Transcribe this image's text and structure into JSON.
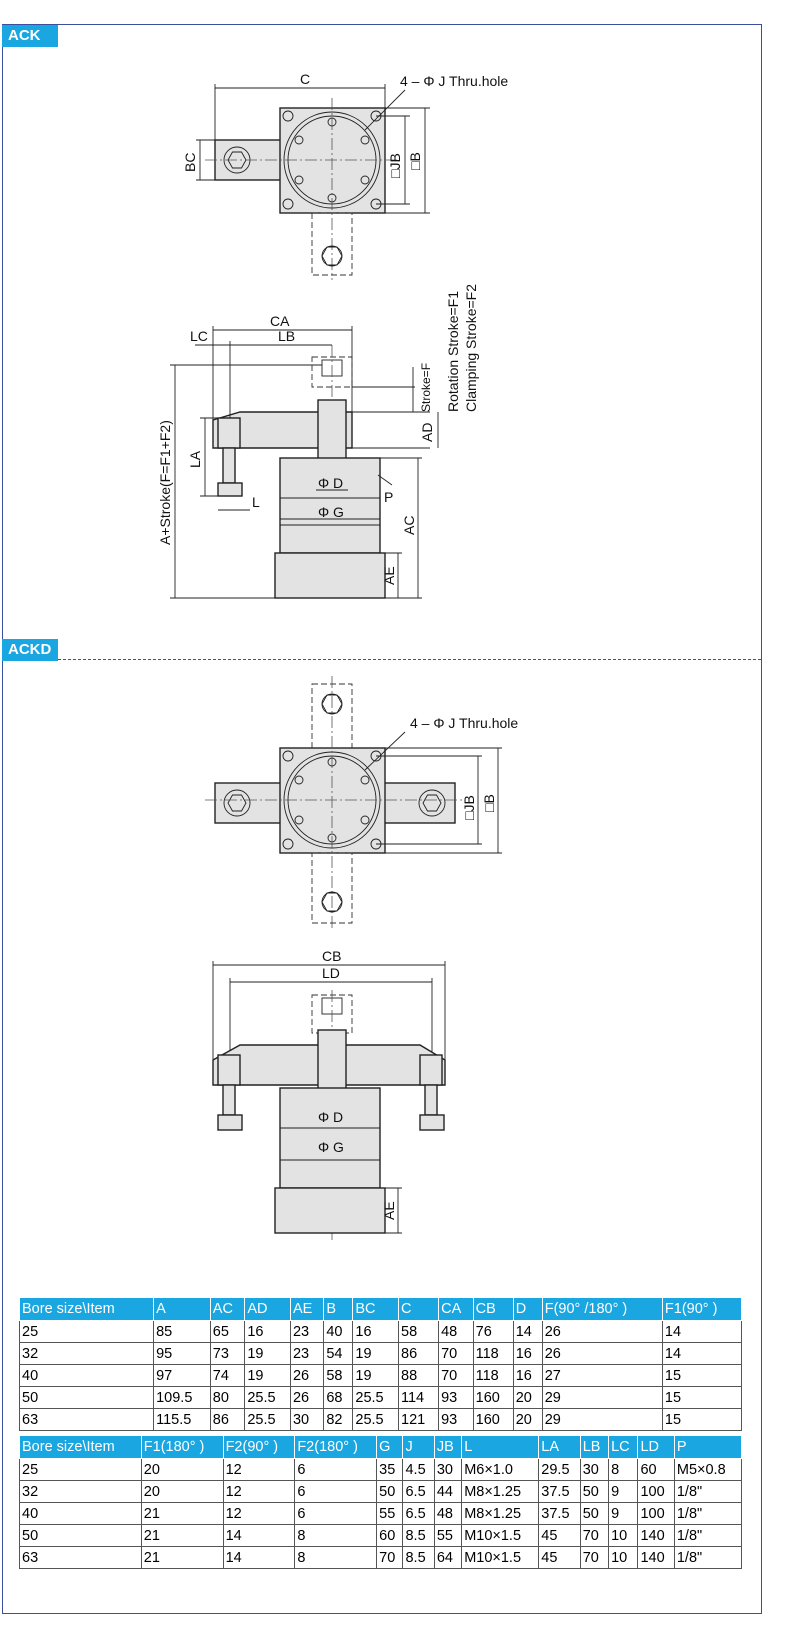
{
  "sections": {
    "ack_label": "ACK",
    "ackd_label": "ACKD"
  },
  "ack_labels": {
    "C": "C",
    "thru_hole": "4 – Φ J Thru.hole",
    "BC": "BC",
    "JB": "□JB",
    "B": "□B",
    "CA": "CA",
    "LC": "LC",
    "LB": "LB",
    "rotation": "Rotation Stroke=F1",
    "clamping": "Clamping Stroke=F2",
    "stroke": "Stroke=F",
    "AD": "AD",
    "LA": "LA",
    "L": "L",
    "overall": "A+Stroke(F=F1+F2)",
    "D": "Φ D",
    "P": "P",
    "G": "Φ G",
    "AC": "AC",
    "AE": "AE"
  },
  "ackd_labels": {
    "thru_hole": "4 – Φ J Thru.hole",
    "JB": "□JB",
    "B": "□B",
    "CB": "CB",
    "LD": "LD",
    "D": "Φ D",
    "G": "Φ G",
    "AE": "AE"
  },
  "table1": {
    "headers": [
      "Bore size\\Item",
      "A",
      "AC",
      "AD",
      "AE",
      "B",
      "BC",
      "C",
      "CA",
      "CB",
      "D",
      "F(90°  /180°  )",
      "F1(90°  )"
    ],
    "rows": [
      [
        "25",
        "85",
        "65",
        "16",
        "23",
        "40",
        "16",
        "58",
        "48",
        "76",
        "14",
        "26",
        "14"
      ],
      [
        "32",
        "95",
        "73",
        "19",
        "23",
        "54",
        "19",
        "86",
        "70",
        "118",
        "16",
        "26",
        "14"
      ],
      [
        "40",
        "97",
        "74",
        "19",
        "26",
        "58",
        "19",
        "88",
        "70",
        "118",
        "16",
        "27",
        "15"
      ],
      [
        "50",
        "109.5",
        "80",
        "25.5",
        "26",
        "68",
        "25.5",
        "114",
        "93",
        "160",
        "20",
        "29",
        "15"
      ],
      [
        "63",
        "115.5",
        "86",
        "25.5",
        "30",
        "82",
        "25.5",
        "121",
        "93",
        "160",
        "20",
        "29",
        "15"
      ]
    ]
  },
  "table2": {
    "headers": [
      "Bore size\\Item",
      "F1(180°  )",
      "F2(90°  )",
      "F2(180°  )",
      "G",
      "J",
      "JB",
      "L",
      "LA",
      "LB",
      "LC",
      "LD",
      "P"
    ],
    "rows": [
      [
        "25",
        "20",
        "12",
        "6",
        "35",
        "4.5",
        "30",
        "M6×1.0",
        "29.5",
        "30",
        "8",
        "60",
        "M5×0.8"
      ],
      [
        "32",
        "20",
        "12",
        "6",
        "50",
        "6.5",
        "44",
        "M8×1.25",
        "37.5",
        "50",
        "9",
        "100",
        "1/8\""
      ],
      [
        "40",
        "21",
        "12",
        "6",
        "55",
        "6.5",
        "48",
        "M8×1.25",
        "37.5",
        "50",
        "9",
        "100",
        "1/8\""
      ],
      [
        "50",
        "21",
        "14",
        "8",
        "60",
        "8.5",
        "55",
        "M10×1.5",
        "45",
        "70",
        "10",
        "140",
        "1/8\""
      ],
      [
        "63",
        "21",
        "14",
        "8",
        "70",
        "8.5",
        "64",
        "M10×1.5",
        "45",
        "70",
        "10",
        "140",
        "1/8\""
      ]
    ]
  }
}
